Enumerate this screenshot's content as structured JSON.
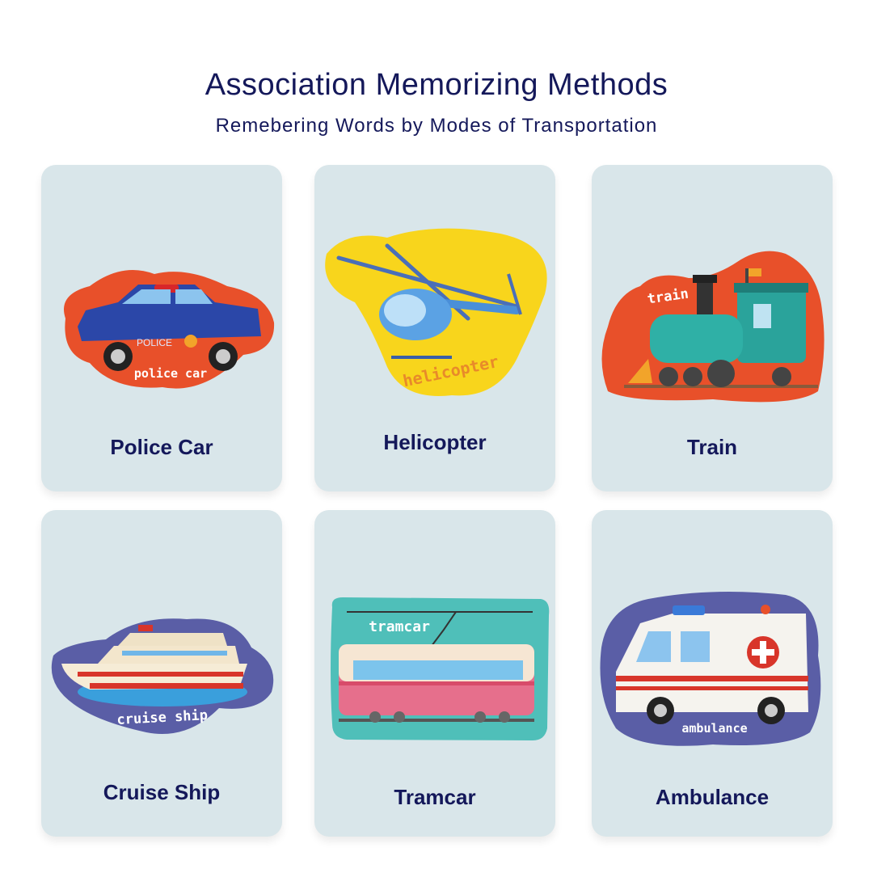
{
  "header": {
    "title": "Association Memorizing Methods",
    "subtitle": "Remebering Words by Modes of Transportation"
  },
  "cards": [
    {
      "label": "Police Car",
      "sticker_text": "police car",
      "vehicle_text": "POLICE",
      "sticker_color": "#e8502a"
    },
    {
      "label": "Helicopter",
      "sticker_text": "helicopter",
      "sticker_color": "#f8d51c"
    },
    {
      "label": "Train",
      "sticker_text": "train",
      "sticker_color": "#e8502a"
    },
    {
      "label": "Cruise Ship",
      "sticker_text": "cruise ship",
      "sticker_color": "#5a5ea6"
    },
    {
      "label": "Tramcar",
      "sticker_text": "tramcar",
      "sticker_color": "#4fbfb9"
    },
    {
      "label": "Ambulance",
      "sticker_text": "ambulance",
      "sticker_color": "#5a5ea6"
    }
  ]
}
